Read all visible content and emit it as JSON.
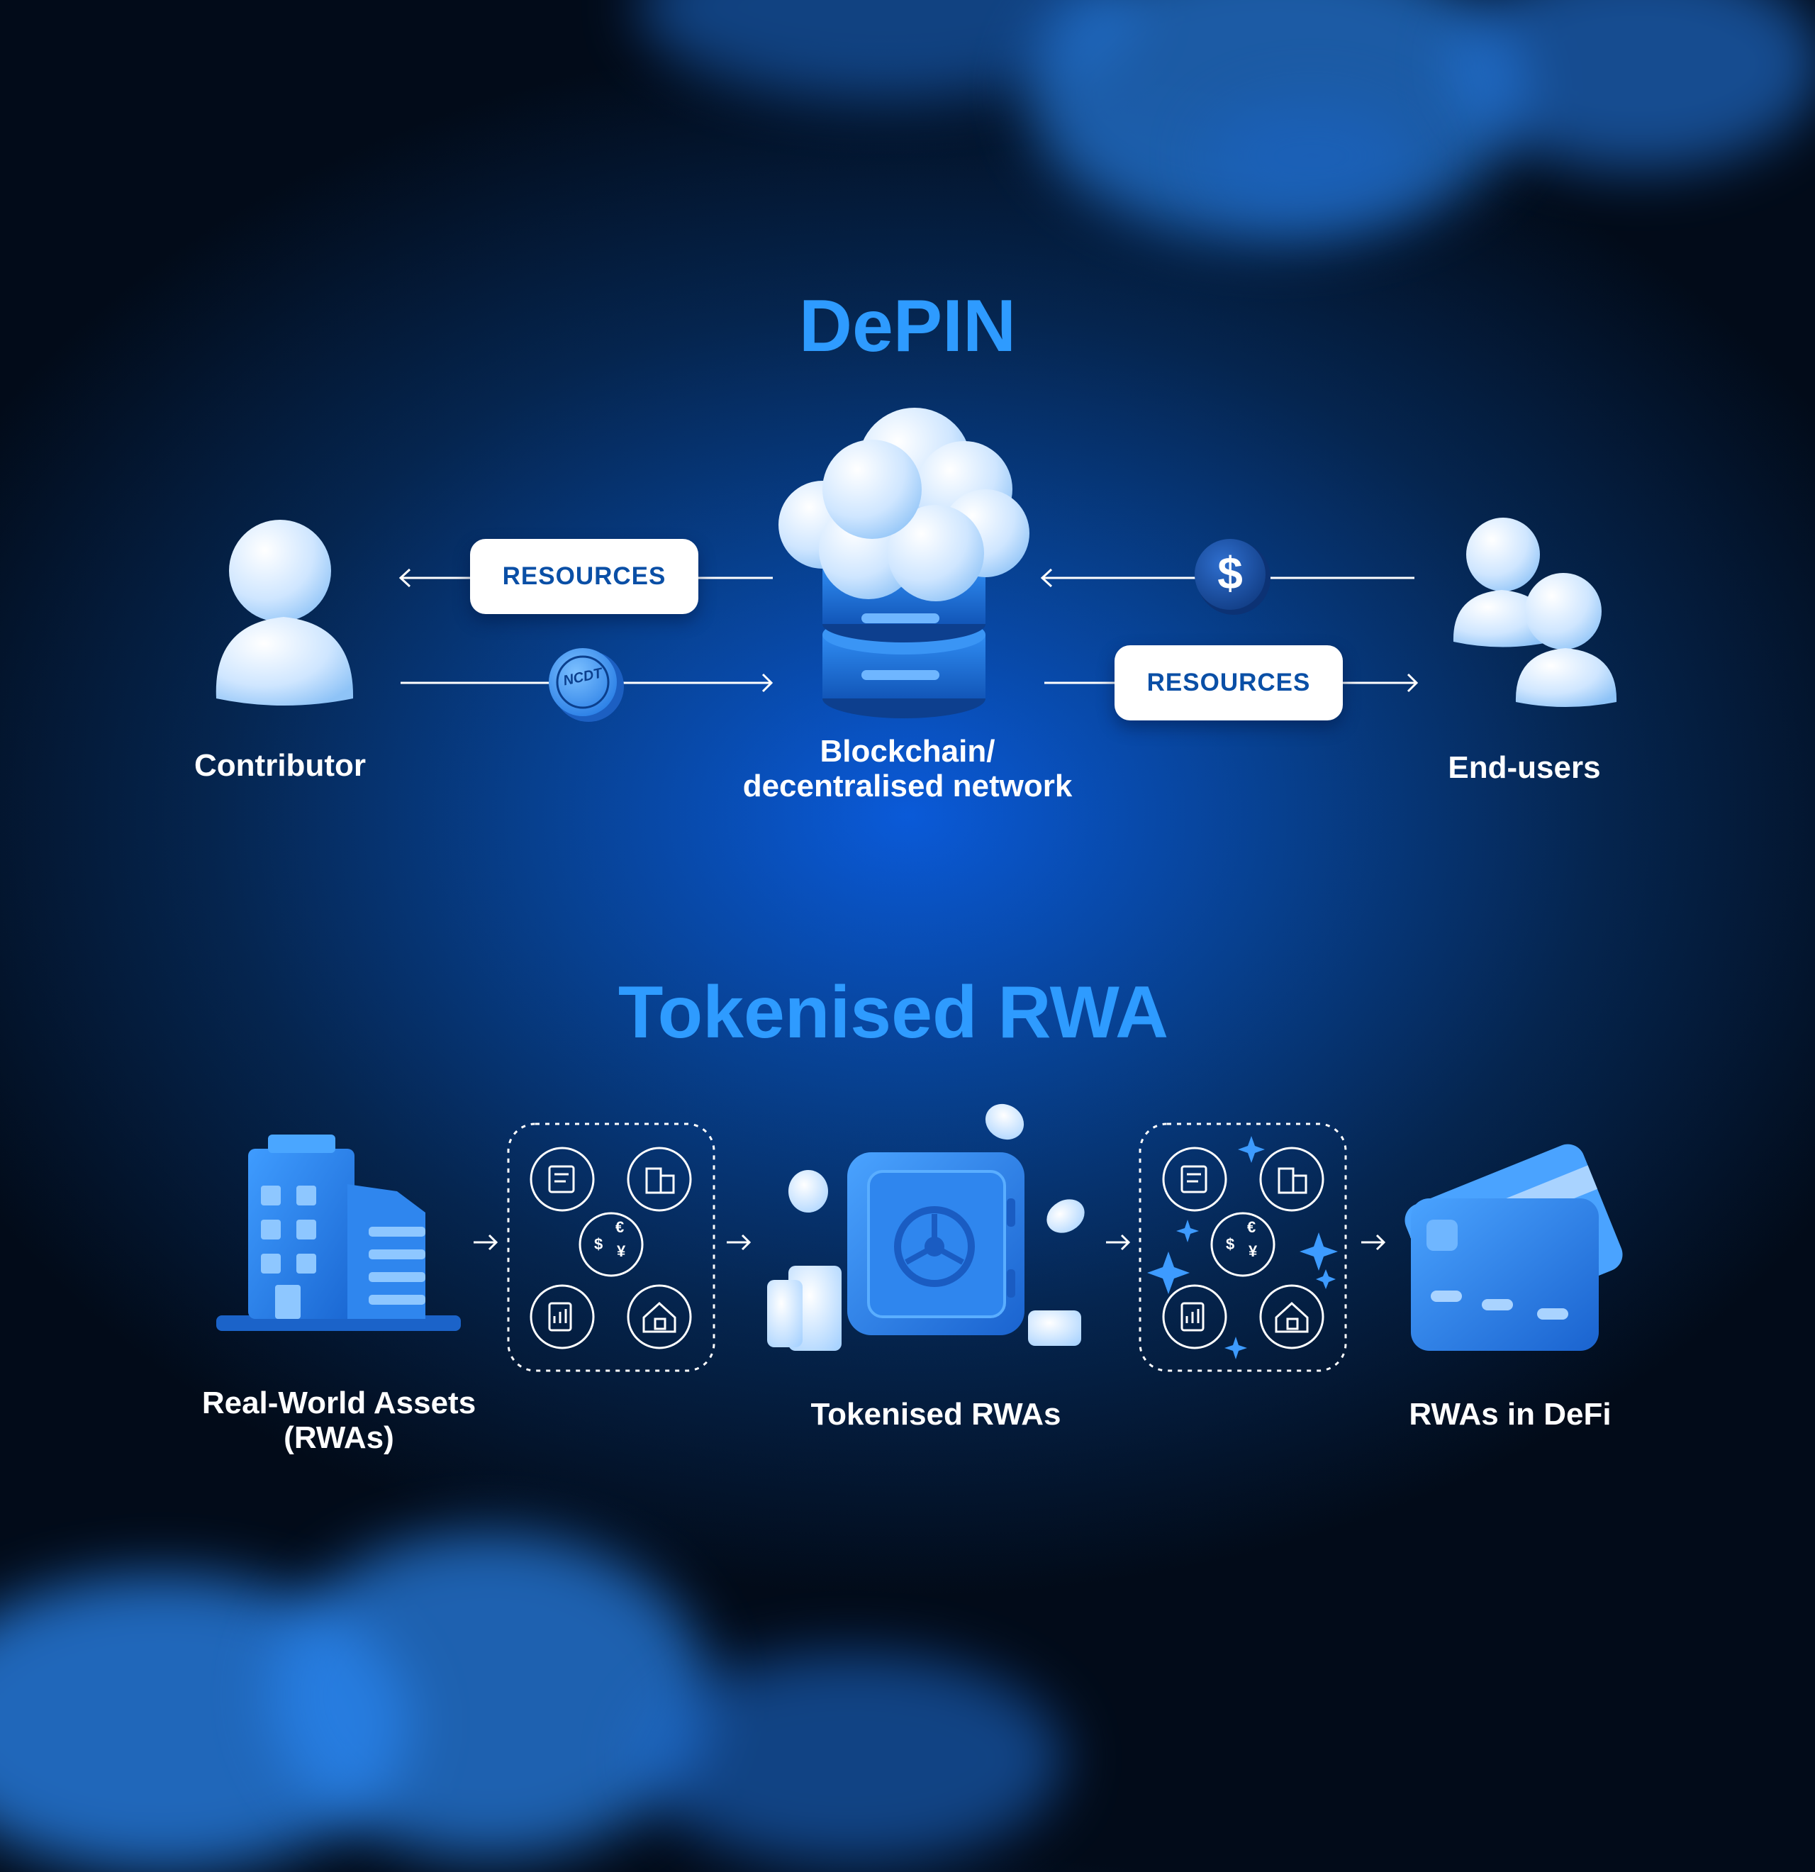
{
  "depin": {
    "title": "DePIN",
    "contributor_label": "Contributor",
    "network_label_line1": "Blockchain/",
    "network_label_line2": "decentralised network",
    "endusers_label": "End-users",
    "resources_left": "RESOURCES",
    "resources_right": "RESOURCES",
    "coin_text": "NCDT",
    "dollar_text": "$"
  },
  "rwa": {
    "title": "Tokenised RWA",
    "assets_label_line1": "Real-World Assets",
    "assets_label_line2": "(RWAs)",
    "tokenised_label": "Tokenised RWAs",
    "defi_label": "RWAs in DeFi",
    "currency_euro": "€",
    "currency_dollar": "$",
    "currency_yen": "¥"
  },
  "colors": {
    "accent": "#2e9bff",
    "icon_light": "#d8ecff",
    "icon_blue": "#2a86f0",
    "text": "#ffffff"
  }
}
